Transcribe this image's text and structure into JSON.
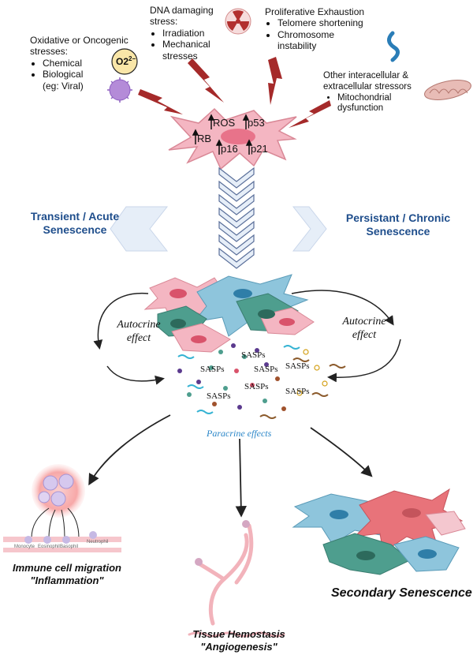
{
  "stresses": {
    "oxidative": {
      "heading_line1": "Oxidative or Oncogenic",
      "heading_line2": "stresses:",
      "items": [
        "Chemical",
        "Biological",
        "(eg: Viral)"
      ],
      "o2_label": "O2",
      "o2_charge": "2−"
    },
    "dna": {
      "heading_line1": "DNA damaging",
      "heading_line2": "stress:",
      "items": [
        "Irradiation",
        "Mechanical",
        "stresses"
      ]
    },
    "proliferative": {
      "heading": "Proliferative Exhaustion",
      "items": [
        "Telomere shortening",
        "Chromosome",
        "instability"
      ]
    },
    "other": {
      "heading_line1": "Other interacellular &",
      "heading_line2": "extracellular stressors",
      "items": [
        "Mitochondrial",
        "dysfunction"
      ]
    }
  },
  "cell_markers": [
    "ROS",
    "p53",
    "RB",
    "p16",
    "p21"
  ],
  "senescence": {
    "transient_line1": "Transient / Acute",
    "transient_line2": "Senescence",
    "chronic_line1": "Persistant / Chronic",
    "chronic_line2": "Senescence"
  },
  "autocrine_left_line1": "Autocrine",
  "autocrine_left_line2": "effect",
  "autocrine_right_line1": "Autocrine",
  "autocrine_right_line2": "effect",
  "sasps": [
    "SASPs",
    "SASPs",
    "SASPs",
    "SASPs",
    "SASPs",
    "SASPs",
    "SASPs"
  ],
  "paracrine": "Paracrine effects",
  "immune_cells": [
    "Monocyte",
    "Eosinophil",
    "Basophil",
    "Neutrophil"
  ],
  "outcomes": {
    "immune_line1": "Immune cell migration",
    "immune_line2": "\"Inflammation\"",
    "tissue_line1": "Tissue Hemostasis",
    "tissue_line2": "\"Angiogenesis\"",
    "secondary": "Secondary Senescence"
  },
  "colors": {
    "bolt": "#a52a2a",
    "cell_pink": "#f4b6c2",
    "cell_blue": "#8ec5dc",
    "cell_teal": "#4e9e8e",
    "senescence_blue": "#1f4e8c",
    "chevron_fill": "#e6eef8",
    "chevron_stroke": "#5a6f9a"
  }
}
